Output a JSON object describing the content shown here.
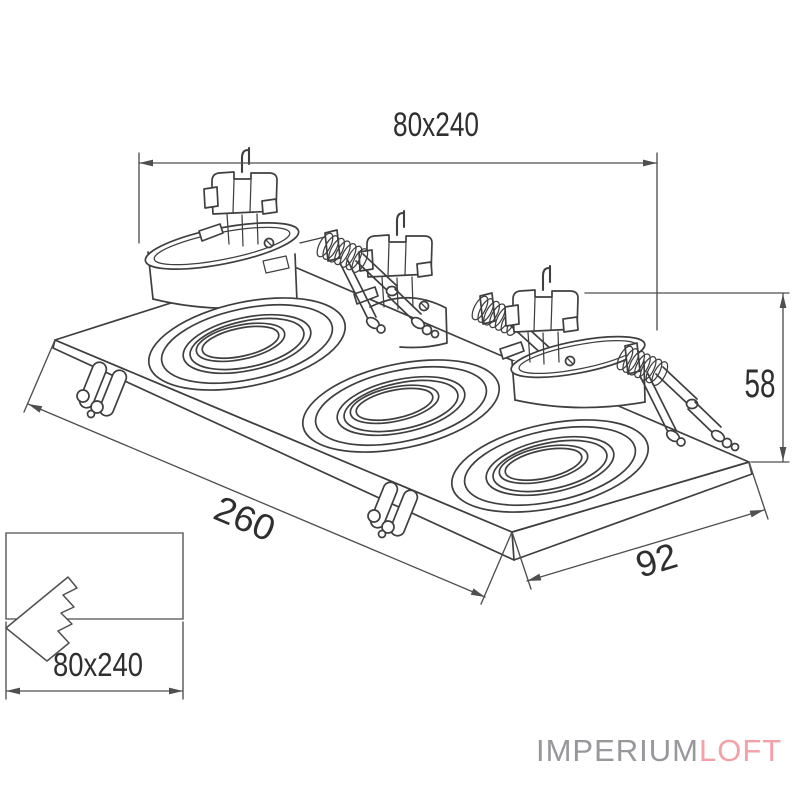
{
  "drawing": {
    "title_labels": {
      "cutout_top": "80x240",
      "height_right": "58",
      "length_bottom": "260",
      "depth_bottom_right": "92",
      "cutout_legend": "80x240"
    }
  },
  "watermark": {
    "primary": "IMPERIUM",
    "accent": "LOFT"
  },
  "icons": [
    "cutout-break-arrow-icon",
    "spring-coil-icon",
    "mounting-clip-icon"
  ],
  "colors": {
    "line": "#3f3f3f",
    "dimension": "#4f4f4f",
    "text": "#2f2f2f",
    "watermark_primary": "#98989c",
    "watermark_accent": "#f2a1a6",
    "background": "#ffffff"
  }
}
